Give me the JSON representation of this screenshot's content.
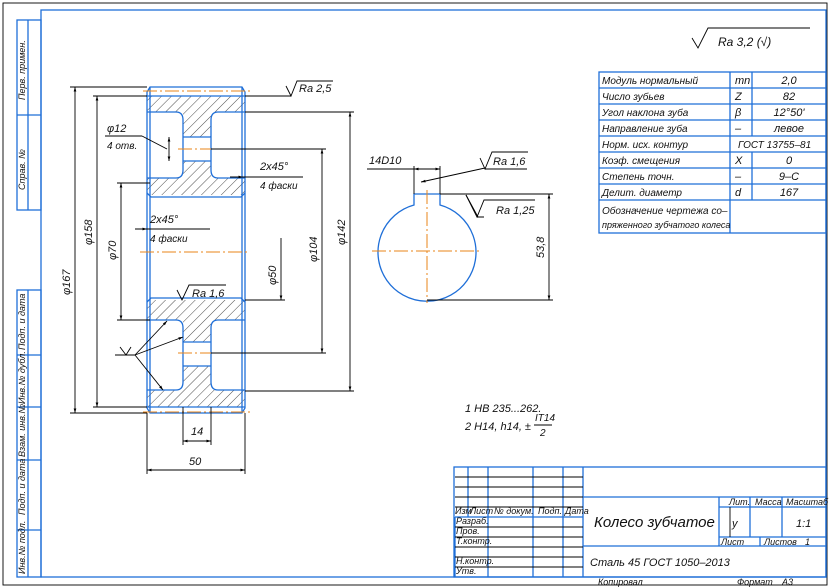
{
  "roughness_general": "Ra 3,2 (√)",
  "side_strip": [
    "Перв. примен.",
    "Справ. №",
    "Подп. и дата",
    "Инв.№ дубл.",
    "Взам. инв.№",
    "Подп. и дата",
    "Инв.№ подл."
  ],
  "gear_params": [
    {
      "name": "Модуль нормальный",
      "symbol": "mn",
      "value": "2,0"
    },
    {
      "name": "Число зубьев",
      "symbol": "Z",
      "value": "82"
    },
    {
      "name": "Угол наклона зуба",
      "symbol": "β",
      "value": "12°50'"
    },
    {
      "name": "Направление зуба",
      "symbol": "–",
      "value": "левое"
    },
    {
      "name": "Норм. исх. контур",
      "symbol": "",
      "value": "ГОСТ 13755–81"
    },
    {
      "name": "Коэф. смещения",
      "symbol": "X",
      "value": "0"
    },
    {
      "name": "Степень точн.",
      "symbol": "–",
      "value": "9–С"
    },
    {
      "name": "Делит. диаметр",
      "symbol": "d",
      "value": "167"
    }
  ],
  "gear_params_last": [
    "Обозначение чертежа со–",
    "пряженного зубчатого колеса"
  ],
  "section": {
    "d167": "φ167",
    "d158": "φ158",
    "d70": "φ70",
    "d50": "φ50",
    "d104": "φ104",
    "d142": "φ142",
    "hole_d": "φ12",
    "hole_n": "4 отв.",
    "chamfer1": "2x45°",
    "chamfer1_n": "4 фаски",
    "chamfer2": "2x45°",
    "chamfer2_n": "4 фаски",
    "ra_top": "Ra 2,5",
    "ra_bore": "Ra 1,6",
    "web": "14",
    "width": "50"
  },
  "keyway": {
    "width": "14D10",
    "ra_side": "Ra 1,6",
    "ra_bottom": "Ra 1,25",
    "depth": "53,8"
  },
  "notes": [
    "1 HB 235...262.",
    "2 H14, h14, ±",
    "IT14",
    "2"
  ],
  "title_block": {
    "col_headers": [
      "Изм",
      "Лист",
      "№ докум.",
      "Подп.",
      "Дата"
    ],
    "roles": [
      "Разраб.",
      "Пров.",
      "Т.контр.",
      "",
      "Н.контр.",
      "Утв."
    ],
    "title": "Колесо зубчатое",
    "material": "Сталь 45 ГОСТ 1050–2013",
    "lit_label": "Лит.",
    "mass_label": "Масса",
    "scale_label": "Масштаб",
    "lit_value": "у",
    "scale_value": "1:1",
    "sheet_label": "Лист",
    "sheets_label": "Листов",
    "sheets_value": "1",
    "copied": "Копировал",
    "format_label": "Формат",
    "format_value": "A3"
  }
}
